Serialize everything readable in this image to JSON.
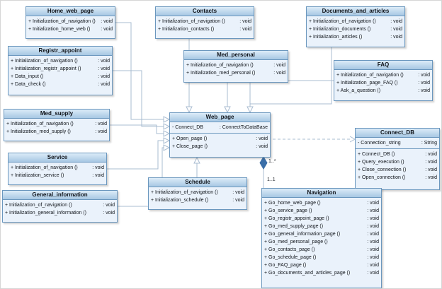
{
  "diagram": {
    "type": "uml-class-diagram",
    "colors": {
      "class_border": "#6b97be",
      "class_header_top": "#dcebf8",
      "class_header_bottom": "#a7c7e3",
      "class_body": "#eaf2fb",
      "connector": "#a9bcd1",
      "composition_diamond": "#3a6ea8"
    },
    "classes": [
      {
        "name": "Home_web_page",
        "attributes": [],
        "methods": [
          {
            "sig": "+ Initialization_of_navigation ()",
            "ret": ": void"
          },
          {
            "sig": "+ Initialization_home_web ()",
            "ret": ": void"
          }
        ]
      },
      {
        "name": "Contacts",
        "attributes": [],
        "methods": [
          {
            "sig": "+ Initialization_of_navigation ()",
            "ret": ": void"
          },
          {
            "sig": "+ Initialization_contacts ()",
            "ret": ": void"
          }
        ]
      },
      {
        "name": "Documents_and_articles",
        "attributes": [],
        "methods": [
          {
            "sig": "+ Initialization_of_navigation ()",
            "ret": ": void"
          },
          {
            "sig": "+ Initialization_documents ()",
            "ret": ": void"
          },
          {
            "sig": "+ Initialization_articles ()",
            "ret": ": void"
          }
        ]
      },
      {
        "name": "Registr_appoint",
        "attributes": [],
        "methods": [
          {
            "sig": "+ Initialization_of_navigation ()",
            "ret": ": void"
          },
          {
            "sig": "+ Initialization_registr_appoint ()",
            "ret": ": void"
          },
          {
            "sig": "+ Data_input ()",
            "ret": ": void"
          },
          {
            "sig": "+ Data_check ()",
            "ret": ": void"
          }
        ]
      },
      {
        "name": "Med_personal",
        "attributes": [],
        "methods": [
          {
            "sig": "+ Initialization_of_navigation ()",
            "ret": ": void"
          },
          {
            "sig": "+ Initialization_med_personal ()",
            "ret": ": void"
          }
        ]
      },
      {
        "name": "FAQ",
        "attributes": [],
        "methods": [
          {
            "sig": "+ Initialization_of_navigation ()",
            "ret": ": void"
          },
          {
            "sig": "+ Initialization_page_FAQ ()",
            "ret": ": void"
          },
          {
            "sig": "+ Ask_a_question ()",
            "ret": ": void"
          }
        ]
      },
      {
        "name": "Med_supply",
        "attributes": [],
        "methods": [
          {
            "sig": "+ Initialization_of_navigation ()",
            "ret": ": void"
          },
          {
            "sig": "+ Initialization_med_supply ()",
            "ret": ": void"
          }
        ]
      },
      {
        "name": "Web_page",
        "attributes": [
          {
            "sig": "- Connect_DB",
            "ret": ": ConnectToDataBase"
          }
        ],
        "methods": [
          {
            "sig": "+ Open_page ()",
            "ret": ": void"
          },
          {
            "sig": "+ Close_page ()",
            "ret": ": void"
          }
        ]
      },
      {
        "name": "Connect_DB",
        "attributes": [
          {
            "sig": "- Connection_string",
            "ret": ": String"
          }
        ],
        "methods": [
          {
            "sig": "+ Connect_DB ()",
            "ret": ": void"
          },
          {
            "sig": "+ Query_execution ()",
            "ret": ": void"
          },
          {
            "sig": "+ Close_connection ()",
            "ret": ": void"
          },
          {
            "sig": "+ Open_connection ()",
            "ret": ": void"
          }
        ]
      },
      {
        "name": "Service",
        "attributes": [],
        "methods": [
          {
            "sig": "+ Initialization_of_navigation ()",
            "ret": ": void"
          },
          {
            "sig": "+ Initialization_service ()",
            "ret": ": void"
          }
        ]
      },
      {
        "name": "Schedule",
        "attributes": [],
        "methods": [
          {
            "sig": "+ Initialization_of_navigation ()",
            "ret": ": void"
          },
          {
            "sig": "+ Initialization_schedule ()",
            "ret": ": void"
          }
        ]
      },
      {
        "name": "General_information",
        "attributes": [],
        "methods": [
          {
            "sig": "+ Initialization_of_navigation ()",
            "ret": ": void"
          },
          {
            "sig": "+ Initialization_general_information ()",
            "ret": ": void"
          }
        ]
      },
      {
        "name": "Navigation",
        "attributes": [],
        "methods": [
          {
            "sig": "+ Go_home_web_page ()",
            "ret": ": void"
          },
          {
            "sig": "+ Go_service_page ()",
            "ret": ": void"
          },
          {
            "sig": "+ Go_registr_appoint_page ()",
            "ret": ": void"
          },
          {
            "sig": "+ Go_med_supply_page ()",
            "ret": ": void"
          },
          {
            "sig": "+ Go_general_information_page ()",
            "ret": ": void"
          },
          {
            "sig": "+ Go_med_personal_page ()",
            "ret": ": void"
          },
          {
            "sig": "+ Go_contacts_page ()",
            "ret": ": void"
          },
          {
            "sig": "+ Go_schedule_page ()",
            "ret": ": void"
          },
          {
            "sig": "+ Go_FAQ_page ()",
            "ret": ": void"
          },
          {
            "sig": "+ Go_documents_and_articles_page ()",
            "ret": ": void"
          }
        ]
      }
    ],
    "relationships": {
      "generalizations_to_web_page": [
        "Home_web_page",
        "Contacts",
        "Documents_and_articles",
        "Registr_appoint",
        "Med_personal",
        "FAQ",
        "Med_supply",
        "Service",
        "Schedule",
        "General_information"
      ],
      "dependency": {
        "from": "Web_page",
        "to": "Connect_DB"
      },
      "composition": {
        "owner": "Web_page",
        "part": "Navigation",
        "owner_multiplicity": "1..*",
        "part_multiplicity": "1..1"
      }
    }
  }
}
